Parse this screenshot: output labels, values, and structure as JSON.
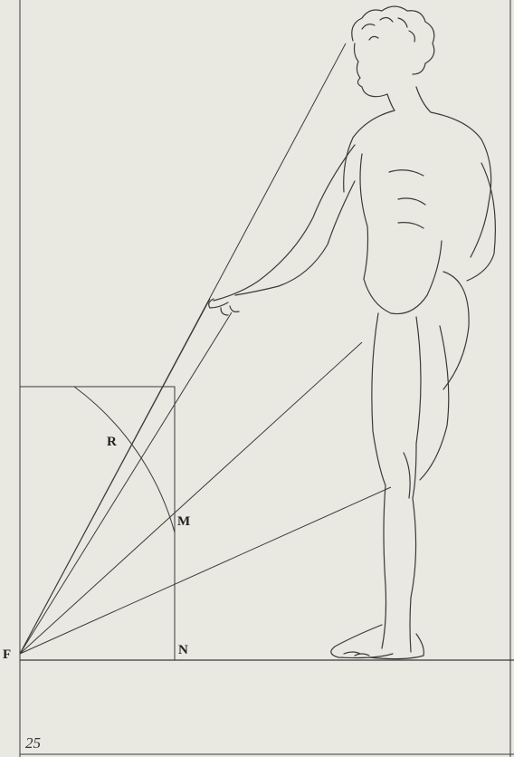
{
  "plate": {
    "number": "25",
    "point_labels": {
      "F": "F",
      "R": "R",
      "M": "M",
      "N": "N"
    }
  },
  "figure": {
    "subject": "standing-male-figure-engraving",
    "ink_color": "#3a3a3a",
    "paper_color": "#e9e8e1"
  }
}
